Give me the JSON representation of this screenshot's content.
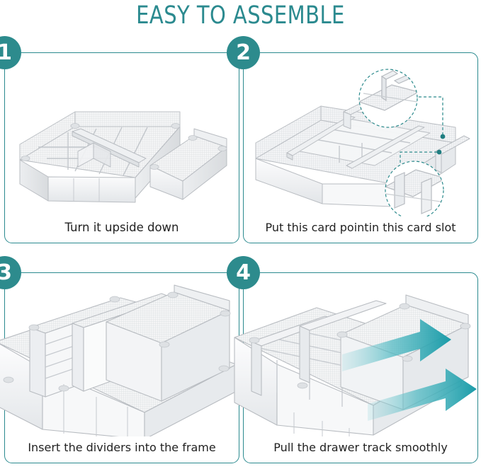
{
  "page": {
    "title": "EASY TO ASSEMBLE",
    "title_color": "#2b8a8f",
    "background": "#ffffff",
    "accent_color": "#2d8b8d",
    "arrow_color": "#1a9ba8",
    "caption_color": "#222222",
    "product": "white mesh expandable drawer organizer"
  },
  "steps": [
    {
      "number": "1",
      "caption": "Turn it upside down",
      "illustration": "drawer-organizer-upside-down-with-separate-tray"
    },
    {
      "number": "2",
      "caption": "Put this card pointin this card slot",
      "illustration": "drawer-organizer-with-divider-cards-and-two-zoom-callouts",
      "callouts": [
        {
          "name": "card-point-detail",
          "position": "upper-right"
        },
        {
          "name": "card-slot-detail",
          "position": "lower-right"
        }
      ]
    },
    {
      "number": "3",
      "caption": "Insert the dividers into the frame",
      "illustration": "dividers-being-inserted-into-frame"
    },
    {
      "number": "4",
      "caption": "Pull the drawer track smoothly",
      "illustration": "drawer-tray-sliding-out-on-track",
      "arrows": [
        {
          "name": "pull-arrow-upper",
          "direction": "right"
        },
        {
          "name": "pull-arrow-lower",
          "direction": "right"
        }
      ]
    }
  ]
}
